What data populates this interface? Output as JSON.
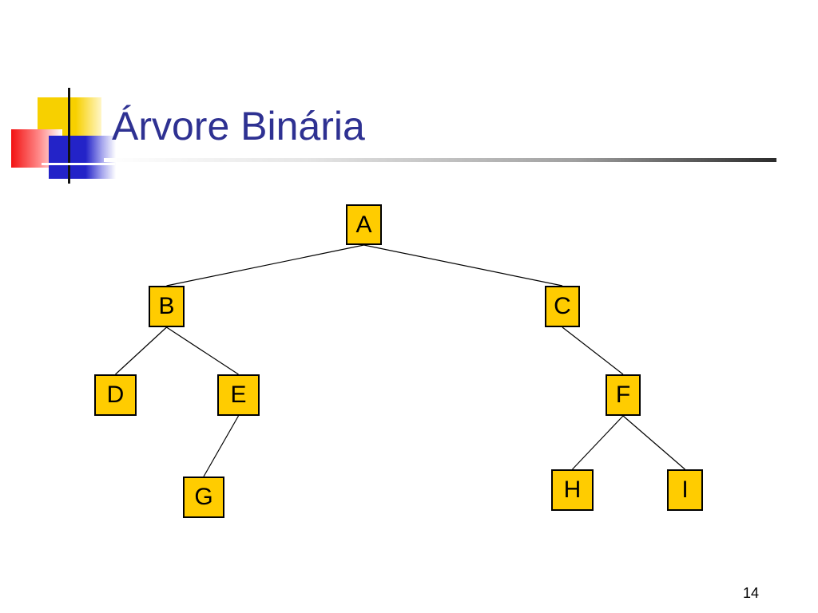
{
  "slide": {
    "title": "Árvore Binária",
    "page_number": "14"
  },
  "colors": {
    "title": "#2e3192",
    "node_fill": "#ffcc00",
    "node_border": "#000000",
    "edge": "#000000"
  },
  "tree": {
    "nodes": [
      {
        "id": "A",
        "label": "A"
      },
      {
        "id": "B",
        "label": "B"
      },
      {
        "id": "C",
        "label": "C"
      },
      {
        "id": "D",
        "label": "D"
      },
      {
        "id": "E",
        "label": "E"
      },
      {
        "id": "F",
        "label": "F"
      },
      {
        "id": "G",
        "label": "G"
      },
      {
        "id": "H",
        "label": "H"
      },
      {
        "id": "I",
        "label": "I"
      }
    ],
    "edges": [
      {
        "from": "A",
        "to": "B"
      },
      {
        "from": "A",
        "to": "C"
      },
      {
        "from": "B",
        "to": "D"
      },
      {
        "from": "B",
        "to": "E"
      },
      {
        "from": "E",
        "to": "G"
      },
      {
        "from": "C",
        "to": "F"
      },
      {
        "from": "F",
        "to": "H"
      },
      {
        "from": "F",
        "to": "I"
      }
    ]
  }
}
